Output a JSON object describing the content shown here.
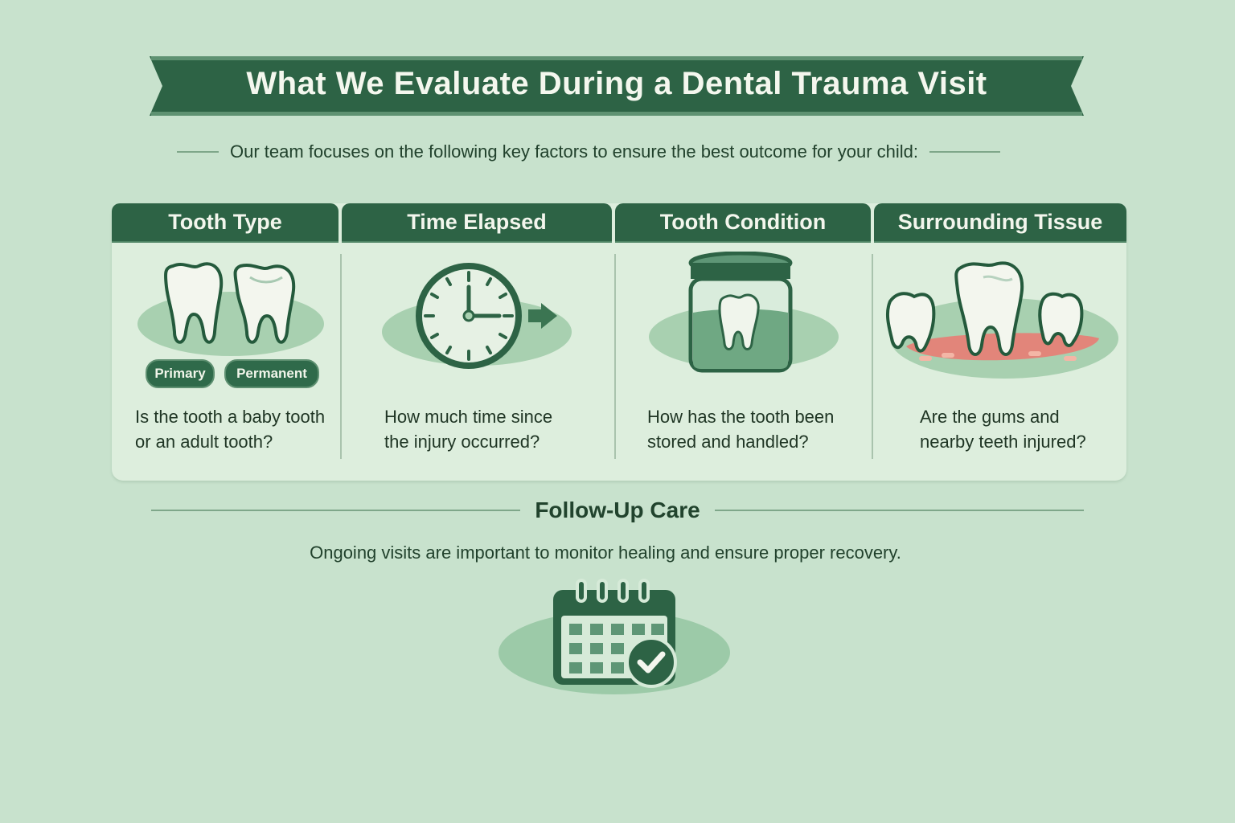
{
  "header": {
    "title": "What We Evaluate During a Dental Trauma Visit",
    "subtitle": "Our team focuses on the following key factors to ensure the best outcome for your child:"
  },
  "factors": [
    {
      "title": "Tooth Type",
      "icon": "two-teeth-icon",
      "badges": [
        "Primary",
        "Permanent"
      ],
      "question_line1": "Is the tooth a baby tooth",
      "question_line2": "or an adult tooth?"
    },
    {
      "title": "Time Elapsed",
      "icon": "clock-arrow-icon",
      "question_line1": "How much time since",
      "question_line2": "the injury occurred?"
    },
    {
      "title": "Tooth Condition",
      "icon": "tooth-in-jar-icon",
      "question_line1": "How has the tooth been",
      "question_line2": "stored and handled?"
    },
    {
      "title": "Surrounding Tissue",
      "icon": "teeth-and-gums-icon",
      "question_line1": "Are the gums and",
      "question_line2": "nearby teeth injured?"
    }
  ],
  "follow_up": {
    "title": "Follow-Up Care",
    "text": "Ongoing visits are important to monitor healing and ensure proper recovery.",
    "icon": "calendar-check-icon"
  },
  "colors": {
    "background": "#c8e2cd",
    "panel": "#ddeedd",
    "primary_green": "#2d6345",
    "accent_green": "#8cc39e",
    "gum_red": "#e2857a",
    "tooth_white": "#f3f6ee"
  }
}
